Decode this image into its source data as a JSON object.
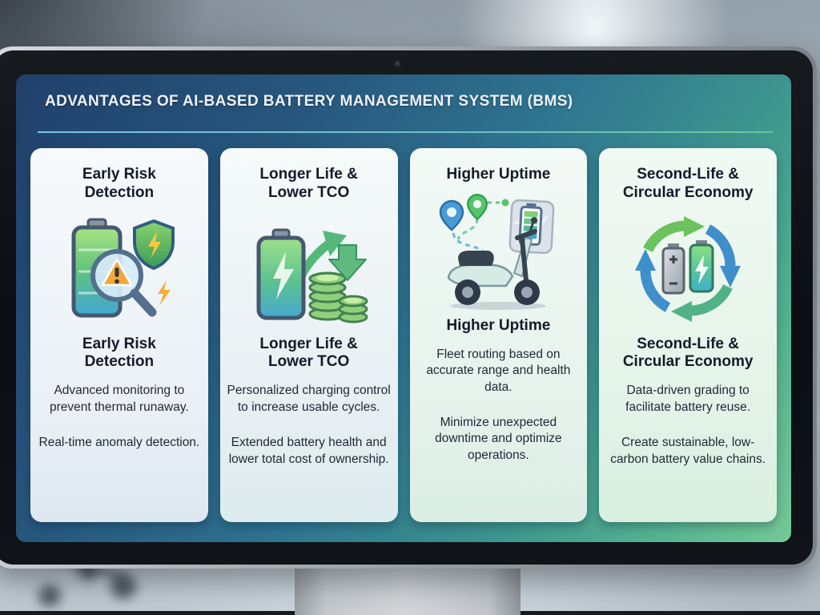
{
  "screen": {
    "title": "ADVANTAGES OF AI-BASED BATTERY MANAGEMENT SYSTEM (BMS)",
    "colors": {
      "screen_gradient_start": "#20406b",
      "screen_gradient_end": "#74c996",
      "underline_gradient": [
        "#79c4e4",
        "#69c795"
      ],
      "card_title_color": "#131b29",
      "warning_orange": "#f4a63b",
      "accent_green": "#6cc25e",
      "accent_blue": "#3f8fca"
    },
    "cards": [
      {
        "title": "Early Risk Detection",
        "icon": "battery-magnifier-warning-shield-icon",
        "paragraphs": [
          "Advanced monitoring to prevent thermal runaway.",
          "Real-time anomaly detection."
        ]
      },
      {
        "title": "Longer Life & Lower TCO",
        "icon": "battery-growth-arrow-coins-icon",
        "paragraphs": [
          "Personalized charging control to increase usable cycles.",
          "Extended battery health and lower total cost of ownership."
        ]
      },
      {
        "title": "Higher Uptime",
        "icon": "scooter-route-map-battery-icon",
        "paragraphs": [
          "Fleet routing based on accurate range and health data.",
          "Minimize unexpected downtime and optimize operations."
        ]
      },
      {
        "title": "Second-Life & Circular Economy",
        "icon": "circular-arrows-batteries-icon",
        "paragraphs": [
          "Data-driven grading to facilitate battery reuse.",
          "Create sustainable, low-carbon battery value chains."
        ]
      }
    ]
  }
}
